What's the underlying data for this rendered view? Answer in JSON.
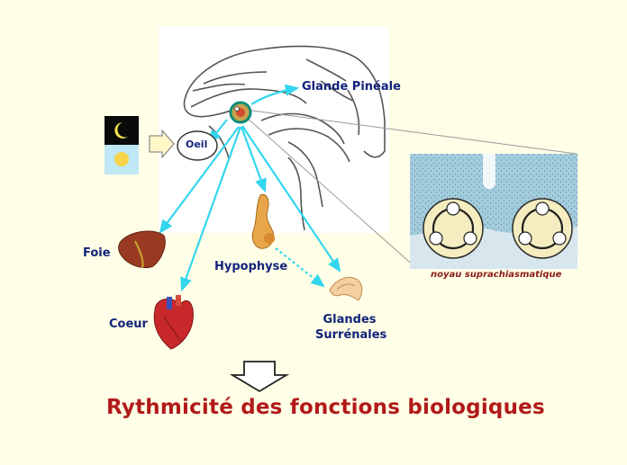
{
  "labels": {
    "pineal": "Glande Pinéale",
    "eye": "Oeil",
    "liver": "Foie",
    "pituitary": "Hypophyse",
    "heart": "Coeur",
    "adrenal_line1": "Glandes",
    "adrenal_line2": "Surrénales",
    "scn_caption": "noyau suprachiasmatique"
  },
  "title": "Rythmicité des fonctions biologiques",
  "icons": {
    "night": "moon-icon",
    "day": "sun-icon",
    "input_arrow": "arrow-right-icon",
    "conclusion_arrow": "arrow-down-icon"
  },
  "colors": {
    "background": "#fffee6",
    "arrow": "#33d6ee",
    "label": "#12237a",
    "title": "#b11a1a",
    "caption": "#8b1a1a"
  }
}
